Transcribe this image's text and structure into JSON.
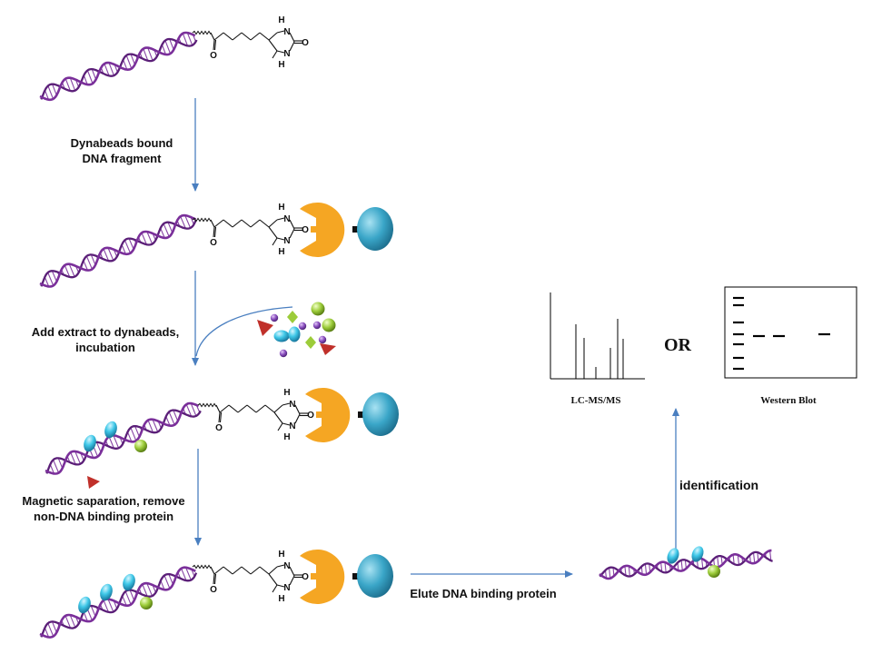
{
  "steps": {
    "bind_label_1": "Dynabeads bound",
    "bind_label_2": "DNA fragment",
    "add_label_1": "Add extract to dynabeads,",
    "add_label_2": "incubation",
    "separate_label_1": "Magnetic saparation, remove",
    "separate_label_2": "non-DNA binding protein",
    "elute_label": "Elute DNA binding protein",
    "identify_label": "identification"
  },
  "analysis": {
    "lcms_label": "LC-MS/MS",
    "or_label": "OR",
    "western_label": "Western Blot"
  },
  "molecule": {
    "atom_H": "H",
    "atom_N": "N",
    "atom_O": "O"
  },
  "colors": {
    "dna": "#7a2f9a",
    "arrow": "#4a7fc0",
    "streptavidin": "#f5a623",
    "bead": "#3aa6c8",
    "protein_blue": "#3fc8e8",
    "protein_green": "#9ccc3a",
    "protein_red": "#c0302a",
    "protein_purple": "#8a4fbf"
  },
  "icons": [
    "dna-helix-icon",
    "biotin-linker-icon",
    "streptavidin-icon",
    "magnetic-bead-icon",
    "protein-icon",
    "spectrum-icon",
    "blot-icon"
  ]
}
